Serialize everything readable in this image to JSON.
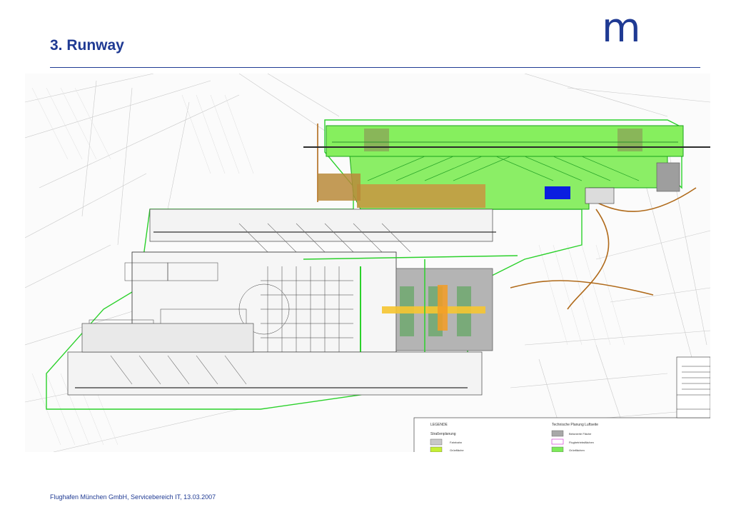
{
  "slide": {
    "title": "3. Runway",
    "logo": "m",
    "footer": "Flughafen München GmbH, Servicebereich IT, 13.03.2007"
  },
  "legend": {
    "heading": "LEGENDE",
    "left_group": "Straßenplanung",
    "left_items": [
      "Fahrbahn",
      "Grünfläche"
    ],
    "right_group": "Technische Planung Luftseite",
    "right_items": [
      "Betonierte Fläche",
      "Flugbetriebsflächen",
      "Grünflächen"
    ]
  },
  "colors": {
    "accent": "#1f3a93",
    "plan_green": "#7dea5a",
    "plan_line_green": "#22cc22",
    "terminal_grey": "#a8a8a8",
    "apron_brown": "#b9893a"
  }
}
